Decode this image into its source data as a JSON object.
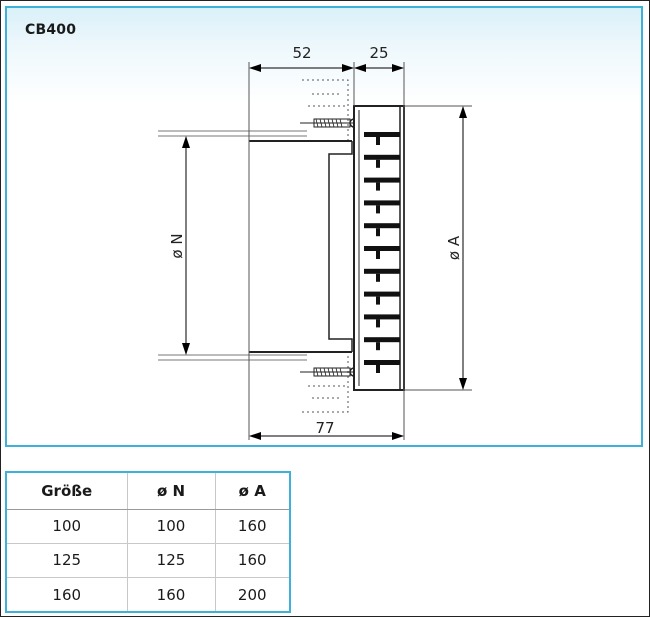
{
  "model": "CB400",
  "dimensions": {
    "depth": "52",
    "frame": "25",
    "total": "77",
    "n_label": "ø N",
    "a_label": "ø A"
  },
  "table": {
    "headers": [
      "Größe",
      "ø N",
      "ø A"
    ],
    "rows": [
      [
        "100",
        "100",
        "160"
      ],
      [
        "125",
        "125",
        "160"
      ],
      [
        "160",
        "160",
        "200"
      ]
    ]
  },
  "colors": {
    "frame_border": "#3fb0d8",
    "header_tint": "#daf0f8"
  }
}
